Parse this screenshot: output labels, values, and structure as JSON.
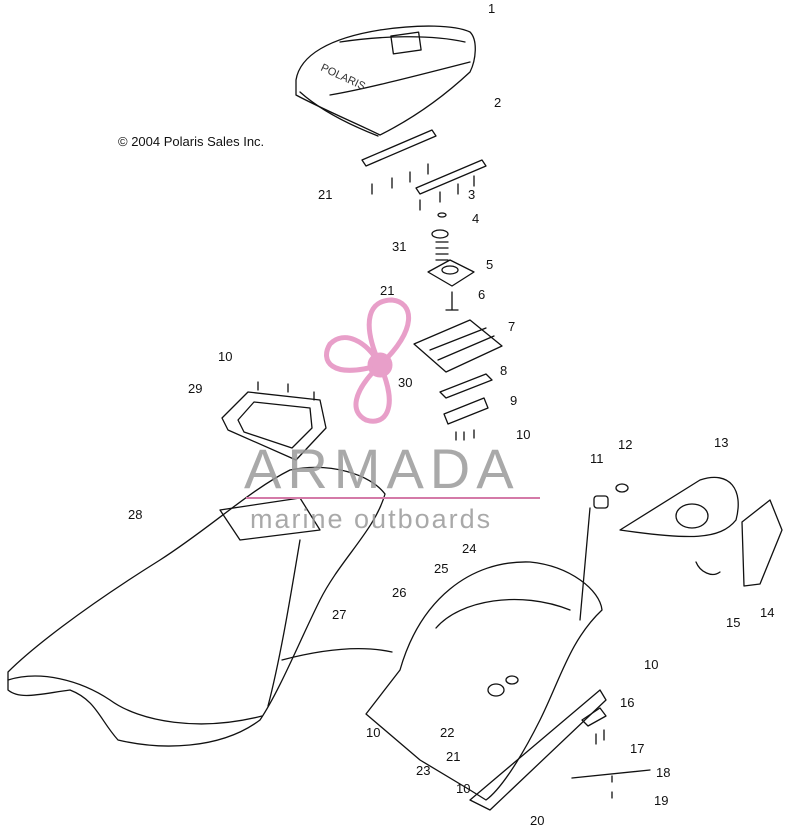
{
  "copyright": "© 2004 Polaris Sales Inc.",
  "brand_on_part": "POLARIS",
  "watermark": {
    "name": "ARMADA",
    "tagline": "marine outboards",
    "colors": {
      "logo": "#e58fc0",
      "text": "#9b9b9b",
      "rule": "#d47aa8"
    }
  },
  "callouts": [
    "1",
    "2",
    "21",
    "3",
    "4",
    "31",
    "5",
    "21",
    "6",
    "7",
    "8",
    "30",
    "9",
    "10",
    "10",
    "29",
    "11",
    "12",
    "13",
    "28",
    "24",
    "25",
    "26",
    "27",
    "10",
    "15",
    "14",
    "16",
    "10",
    "22",
    "21",
    "17",
    "23",
    "10",
    "18",
    "19",
    "20"
  ]
}
